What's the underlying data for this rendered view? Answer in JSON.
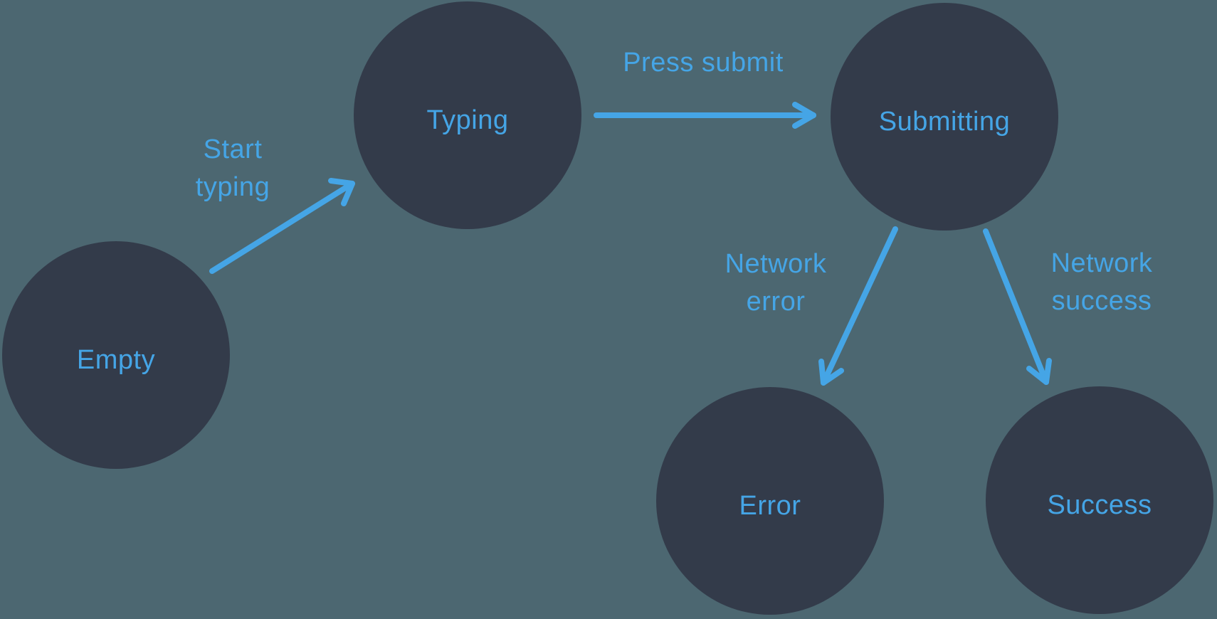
{
  "diagram": {
    "kind": "state-machine",
    "states": [
      {
        "id": "empty",
        "label": "Empty"
      },
      {
        "id": "typing",
        "label": "Typing"
      },
      {
        "id": "submitting",
        "label": "Submitting"
      },
      {
        "id": "error",
        "label": "Error"
      },
      {
        "id": "success",
        "label": "Success"
      }
    ],
    "transitions": [
      {
        "id": "start-typing",
        "label": "Start typing",
        "from": "empty",
        "to": "typing"
      },
      {
        "id": "press-submit",
        "label": "Press submit",
        "from": "typing",
        "to": "submitting"
      },
      {
        "id": "network-error",
        "label": "Network error",
        "from": "submitting",
        "to": "error"
      },
      {
        "id": "network-success",
        "label": "Network success",
        "from": "submitting",
        "to": "success"
      }
    ]
  },
  "colors": {
    "background": "#4C6771",
    "node": "#333B4A",
    "accent": "#45A5E6"
  }
}
